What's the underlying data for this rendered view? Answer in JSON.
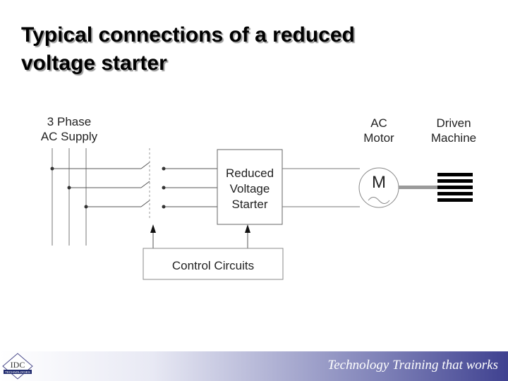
{
  "title": {
    "line1": "Typical connections of a reduced",
    "line2": "voltage starter"
  },
  "diagram": {
    "supply_label": [
      "3 Phase",
      "AC Supply"
    ],
    "motor_label": [
      "AC",
      "Motor"
    ],
    "machine_label": [
      "Driven",
      "Machine"
    ],
    "starter_label": [
      "Reduced",
      "Voltage",
      "Starter"
    ],
    "motor_symbol": "M",
    "control_label": "Control Circuits"
  },
  "footer": {
    "logo_text": "IDC",
    "logo_subtext": "TECHNOLOGIES",
    "tagline": "Technology Training that works"
  },
  "colors": {
    "footer_end": "#3f4190",
    "line": "#555555",
    "shaft": "#9a9a9a"
  }
}
